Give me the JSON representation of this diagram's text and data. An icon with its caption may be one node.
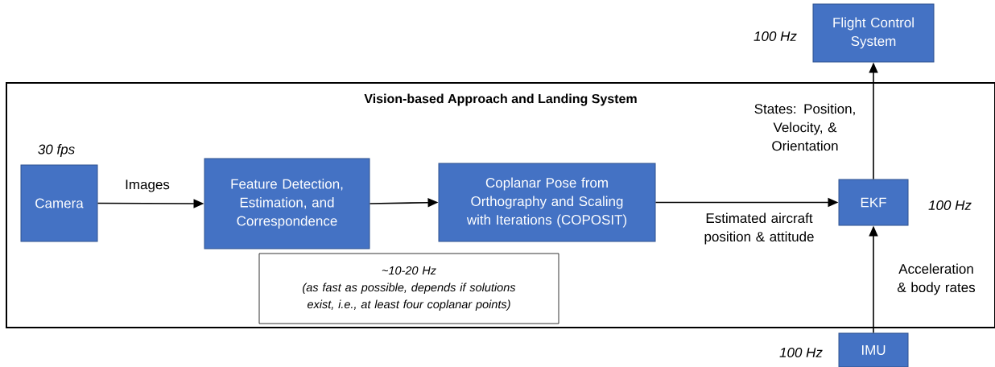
{
  "diagram": {
    "nodes": [
      {
        "text": [
          "Vision-based Approach and Landing System"
        ]
      },
      {
        "text": [
          "Camera"
        ],
        "in": 0,
        "beside": [
          "30 fps"
        ]
      },
      {
        "text": [
          "Feature Detection, Estimation, and Correspondence"
        ],
        "in": 0
      },
      {
        "text": [
          "Coplanar Pose from Orthography and Scaling with Iterations (COPOSIT)"
        ],
        "in": 0
      },
      {
        "text": [
          "EKF"
        ],
        "in": 0,
        "beside": [
          "100 Hz"
        ]
      },
      {
        "text": [
          "Flight Control System"
        ],
        "beside": [
          "100 Hz"
        ]
      },
      {
        "text": [
          "IMU"
        ],
        "beside": [
          "100 Hz"
        ]
      },
      {
        "text": [
          "~10-20 Hz",
          "(as fast as possible, depends if solutions exist, i.e., at least four coplanar points)"
        ],
        "in": 0
      }
    ],
    "edges": [
      {
        "from": 1,
        "to": 2,
        "arrow": "to",
        "label": "Images"
      },
      {
        "from": 2,
        "to": 3,
        "arrow": "to"
      },
      {
        "from": 3,
        "to": 4,
        "arrow": "to",
        "label": "Estimated aircraft position & attitude"
      },
      {
        "from": 4,
        "to": 5,
        "arrow": "to",
        "label": "States: Position, Velocity, & Orientation"
      },
      {
        "from": 6,
        "to": 4,
        "arrow": "to",
        "label": "Acceleration & body rates"
      }
    ]
  }
}
